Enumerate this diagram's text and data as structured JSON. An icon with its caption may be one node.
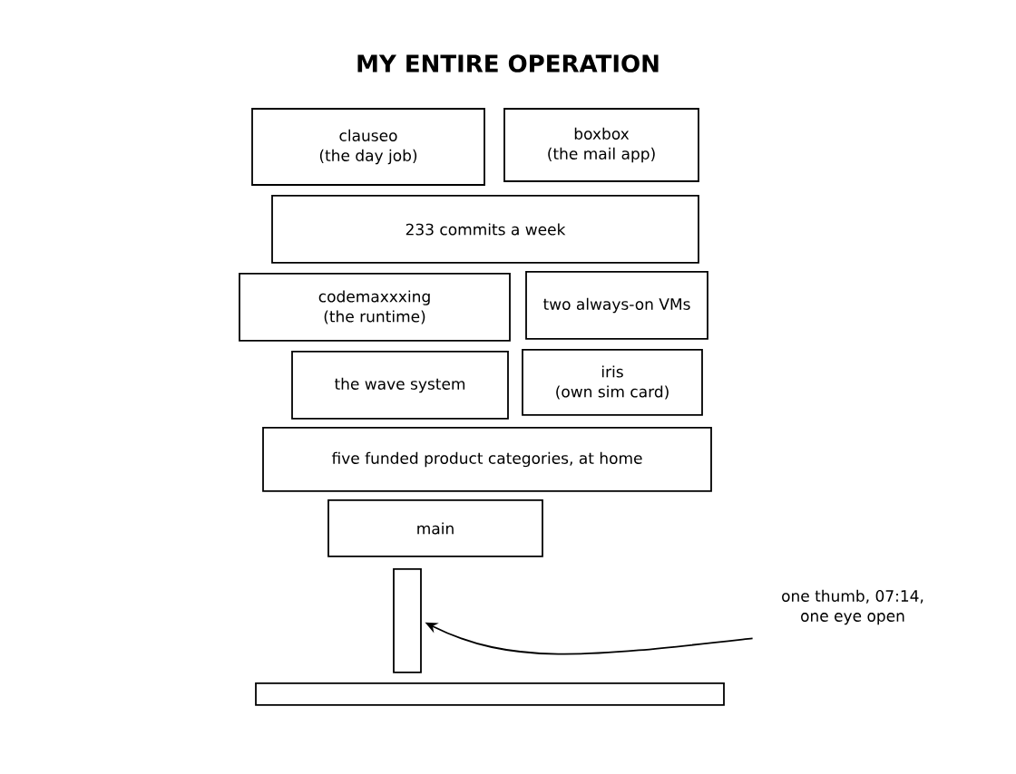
{
  "diagram": {
    "title": "MY ENTIRE OPERATION",
    "nodes": [
      {
        "text": [
          "clauseo",
          "(the day job)"
        ]
      },
      {
        "text": [
          "boxbox",
          "(the mail app)"
        ]
      },
      {
        "text": [
          "233 commits a week"
        ]
      },
      {
        "text": [
          "codemaxxxing",
          "(the runtime)"
        ]
      },
      {
        "text": [
          "two always-on VMs"
        ]
      },
      {
        "text": [
          "the wave system"
        ]
      },
      {
        "text": [
          "iris",
          "(own sim card)"
        ]
      },
      {
        "text": [
          "five funded product categories, at home"
        ]
      },
      {
        "text": [
          "main"
        ]
      },
      {
        "text": [],
        "shape": "bar"
      },
      {
        "text": [],
        "shape": "bar"
      },
      {
        "text": [
          "one thumb, 07:14,",
          "one eye open"
        ]
      }
    ],
    "edges": [
      {
        "from": 11,
        "to": 9,
        "arrow": "to"
      }
    ]
  }
}
